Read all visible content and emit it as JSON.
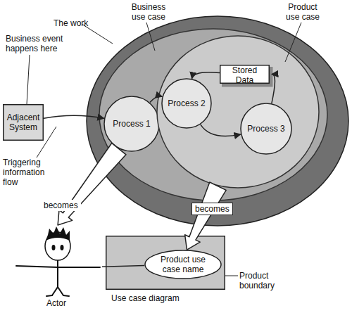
{
  "diagram": {
    "nodes": [
      {
        "text": [
          "Adjacent System"
        ]
      },
      {
        "text": [
          "The work"
        ]
      },
      {
        "text": [
          "Business use case"
        ],
        "in": 1
      },
      {
        "text": [
          "Process 1"
        ],
        "in": 2
      },
      {
        "text": [
          "Product use case"
        ],
        "in": 2
      },
      {
        "text": [
          "Stored Data"
        ],
        "in": 4
      },
      {
        "text": [
          "Process 2"
        ],
        "in": 4
      },
      {
        "text": [
          "Process 3"
        ],
        "in": 4
      },
      {
        "text": [
          "Actor"
        ]
      },
      {
        "text": [
          "Use case diagram"
        ]
      },
      {
        "text": [
          "Product use case name"
        ],
        "in": 9
      }
    ],
    "edges": [
      {
        "from": 0,
        "to": 3,
        "arrow": "to"
      },
      {
        "from": 3,
        "to": 6,
        "arrow": "to"
      },
      {
        "from": 6,
        "to": 7,
        "arrow": "to"
      },
      {
        "from": 7,
        "to": 5,
        "arrow": "to"
      },
      {
        "from": 5,
        "to": 6,
        "arrow": "to"
      },
      {
        "from": 3,
        "to": 8,
        "label": "becomes",
        "arrow": "to"
      },
      {
        "from": 4,
        "to": 10,
        "label": "becomes",
        "arrow": "to"
      },
      {
        "from": 8,
        "to": 10,
        "arrow": "none"
      }
    ],
    "labels": [
      "Business event happens here",
      "Triggering information flow",
      "Product boundary"
    ]
  }
}
